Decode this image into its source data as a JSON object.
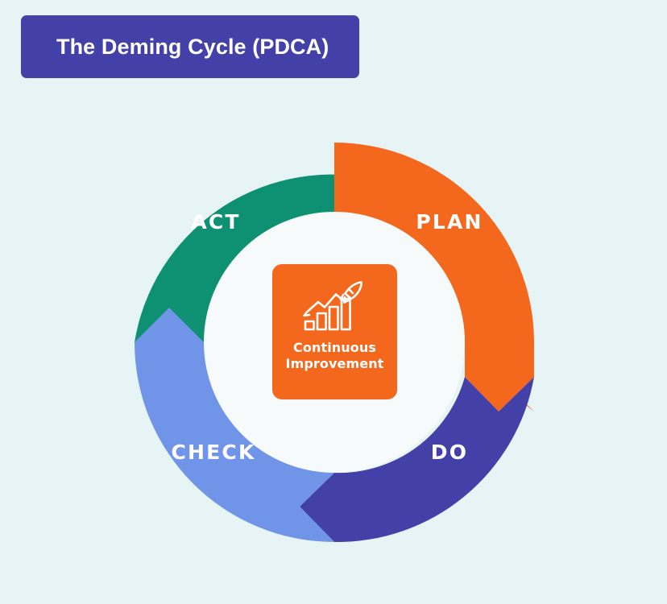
{
  "title": {
    "text": "The Deming Cycle (PDCA)",
    "banner_color": "#4341a8",
    "text_color": "#ffffff"
  },
  "background_color": "#e7f4f5",
  "diagram": {
    "type": "cycle-donut",
    "inner_circle_color": "#f7fafa",
    "center_card": {
      "background_color": "#f3681d",
      "icon": "rocket-growth-chart-icon",
      "caption_line1": "Continuous",
      "caption_line2": "Improvement"
    },
    "segments": [
      {
        "label": "PLAN",
        "color": "#f3681d",
        "position": "top-right"
      },
      {
        "label": "DO",
        "color": "#4341a8",
        "position": "bottom-right"
      },
      {
        "label": "CHECK",
        "color": "#7094e8",
        "position": "bottom-left"
      },
      {
        "label": "ACT",
        "color": "#0e9172",
        "position": "top-left"
      }
    ]
  }
}
